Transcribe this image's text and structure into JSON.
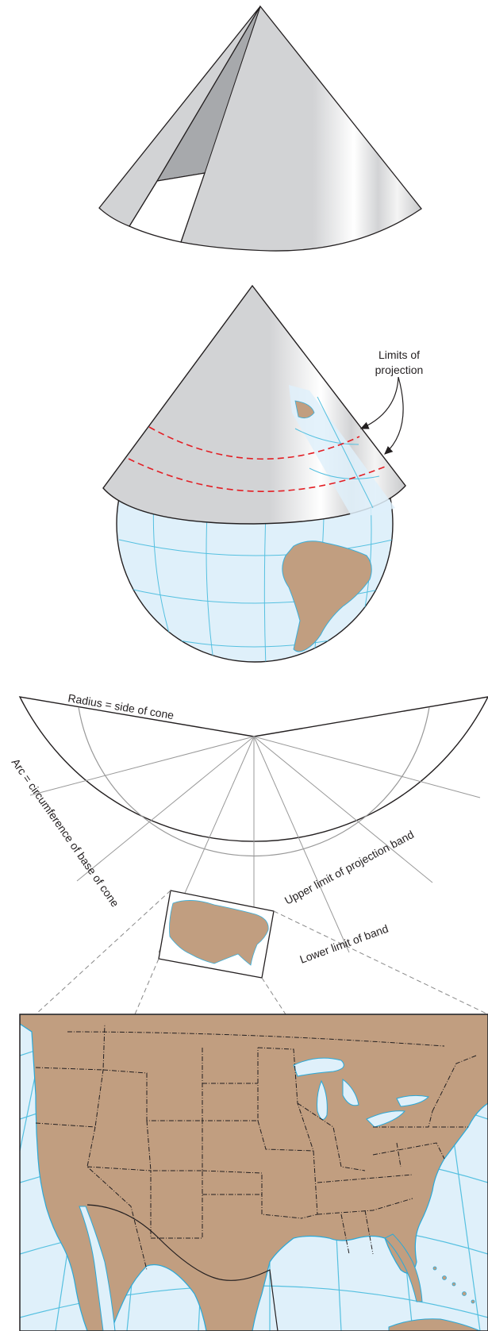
{
  "labels": {
    "limits_line1": "Limits of",
    "limits_line2": "projection",
    "radius": "Radius = side of cone",
    "arc": "Arc = circumference of base of cone",
    "upper_limit": "Upper limit of projection band",
    "lower_limit": "Lower limit of band"
  },
  "colors": {
    "land": "#c19e80",
    "ocean": "#dff0fa",
    "graticule": "#55c0e0",
    "cone": "#d2d3d5",
    "cone_dark": "#a7a9ac",
    "limit_dash": "#e31e24",
    "outline": "#231f20",
    "fan_lines": "#999999"
  },
  "icons": {
    "arrow": "arrowhead"
  }
}
